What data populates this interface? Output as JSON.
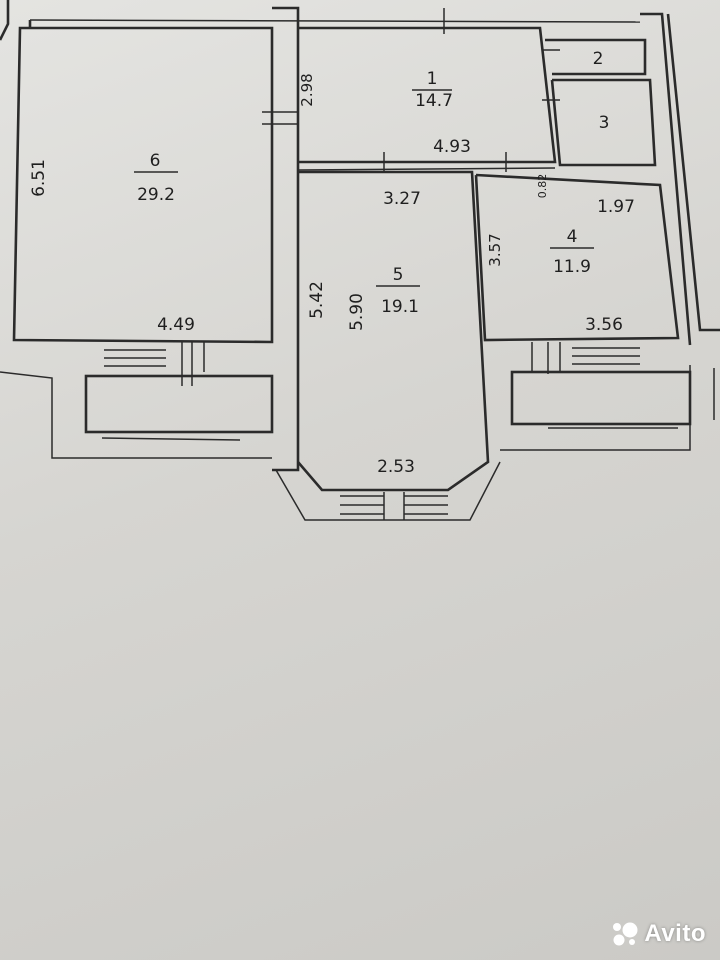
{
  "rooms": [
    {
      "number": "1",
      "area": "14.7"
    },
    {
      "number": "2",
      "area": ""
    },
    {
      "number": "3",
      "area": ""
    },
    {
      "number": "4",
      "area": "11.9"
    },
    {
      "number": "5",
      "area": "19.1"
    },
    {
      "number": "6",
      "area": "29.2"
    }
  ],
  "dimensions": {
    "room6_height": "6.51",
    "room6_width": "4.49",
    "room1_height": "2.98",
    "room1_width": "4.93",
    "room5_top": "3.27",
    "room5_left": "5.42",
    "room5_inner": "5.90",
    "room5_bay": "2.53",
    "room4_top": "1.97",
    "room4_left": "3.57",
    "room4_width": "3.56",
    "room4_corner": "0.82"
  },
  "watermark": {
    "text": "Avito"
  },
  "colors": {
    "paper": "#dcdcd8",
    "ink": "#2b2b2b"
  }
}
